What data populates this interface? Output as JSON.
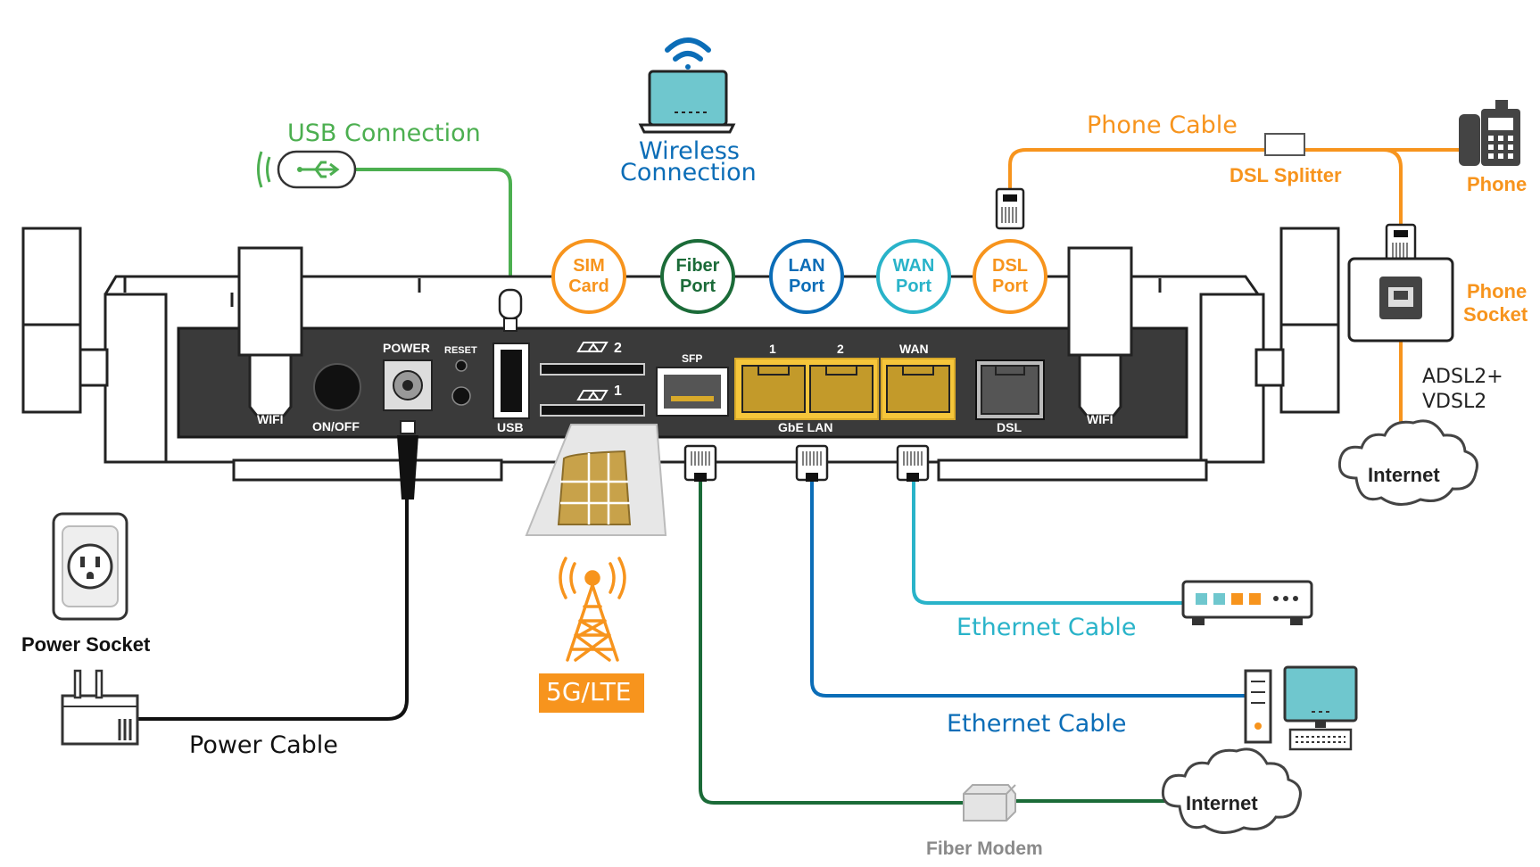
{
  "colors": {
    "usb": "#4caf50",
    "wireless": "#0b6db7",
    "phone": "#f7941d",
    "sim": "#f7941d",
    "fiber": "#1b6b38",
    "lan": "#0b6db7",
    "wan": "#29b3c9",
    "dsl": "#f7941d",
    "power": "#111111",
    "fiber_modem": "#8a8a8a",
    "port_yellow": "#d8a92a"
  },
  "connections": {
    "usb": "USB Connection",
    "wireless_line1": "Wireless",
    "wireless_line2": "Connection",
    "phone_cable": "Phone Cable",
    "dsl_splitter": "DSL Splitter",
    "phone": "Phone",
    "phone_socket_line1": "Phone",
    "phone_socket_line2": "Socket",
    "adsl": "ADSL2+",
    "vdsl": "VDSL2",
    "internet_dsl": "Internet",
    "power_socket": "Power Socket",
    "power_cable": "Power Cable",
    "mobile": "5G/LTE",
    "ethernet_cable_wan": "Ethernet Cable",
    "ethernet_cable_lan": "Ethernet Cable",
    "fiber_modem": "Fiber Modem",
    "internet_fiber": "Internet"
  },
  "port_badges": [
    {
      "line1": "SIM",
      "line2": "Card",
      "key": "sim"
    },
    {
      "line1": "Fiber",
      "line2": "Port",
      "key": "fiber"
    },
    {
      "line1": "LAN",
      "line2": "Port",
      "key": "lan"
    },
    {
      "line1": "WAN",
      "line2": "Port",
      "key": "wan"
    },
    {
      "line1": "DSL",
      "line2": "Port",
      "key": "dsl"
    }
  ],
  "router_labels": {
    "wifi_left": "WIFI",
    "onoff": "ON/OFF",
    "power": "POWER",
    "reset": "RESET",
    "usb": "USB",
    "sim2": "2",
    "sim1": "1",
    "sfp": "SFP",
    "lan1": "1",
    "lan2": "2",
    "gbe_lan": "GbE LAN",
    "wan": "WAN",
    "dsl": "DSL",
    "wifi_right": "WIFI"
  },
  "icons": [
    "wifi-icon",
    "laptop-icon",
    "usb-stick-icon",
    "telephone-icon",
    "phone-socket-icon",
    "cloud-icon",
    "power-outlet-icon",
    "power-adapter-icon",
    "sim-card-icon",
    "cell-tower-icon",
    "network-switch-icon",
    "desktop-computer-icon",
    "fiber-modem-icon",
    "rj11-plug-icon",
    "rj45-plug-icon",
    "router-icon"
  ]
}
